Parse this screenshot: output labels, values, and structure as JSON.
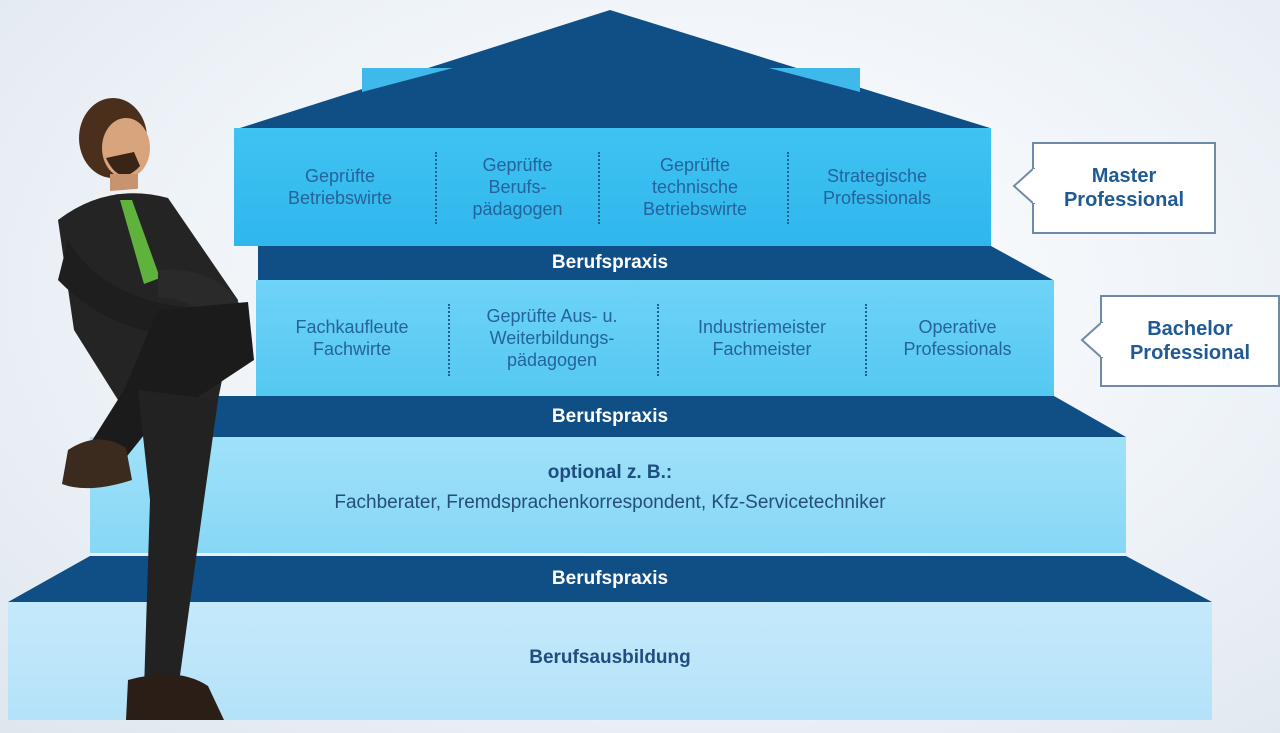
{
  "colors": {
    "dark_band": "#0f4f86",
    "master_tier": "#40c3f3",
    "bachelor_tier": "#63cff6",
    "optional_tier": "#8ddcf9",
    "base_tier": "#bfe6fa",
    "text_blue": "#25639c",
    "label_blue": "#1f5a95"
  },
  "bands": {
    "practice_1": "Berufspraxis",
    "practice_2": "Berufspraxis",
    "practice_3": "Berufspraxis"
  },
  "master": {
    "items": [
      "Geprüfte\nBetriebswirte",
      "Geprüfte\nBerufs-\npädagogen",
      "Geprüfte\ntechnische\nBetriebswirte",
      "Strategische\nProfessionals"
    ],
    "callout": "Master\nProfessional"
  },
  "bachelor": {
    "items": [
      "Fachkaufleute\nFachwirte",
      "Geprüfte Aus- u.\nWeiterbildungs-\npädagogen",
      "Industriemeister\nFachmeister",
      "Operative\nProfessionals"
    ],
    "callout": "Bachelor\nProfessional"
  },
  "optional": {
    "heading": "optional z. B.:",
    "text": "Fachberater, Fremdsprachenkorrespondent, Kfz-Servicetechniker"
  },
  "base": {
    "label": "Berufsausbildung"
  },
  "figure": {
    "icon": "businessman-sitting-icon"
  }
}
